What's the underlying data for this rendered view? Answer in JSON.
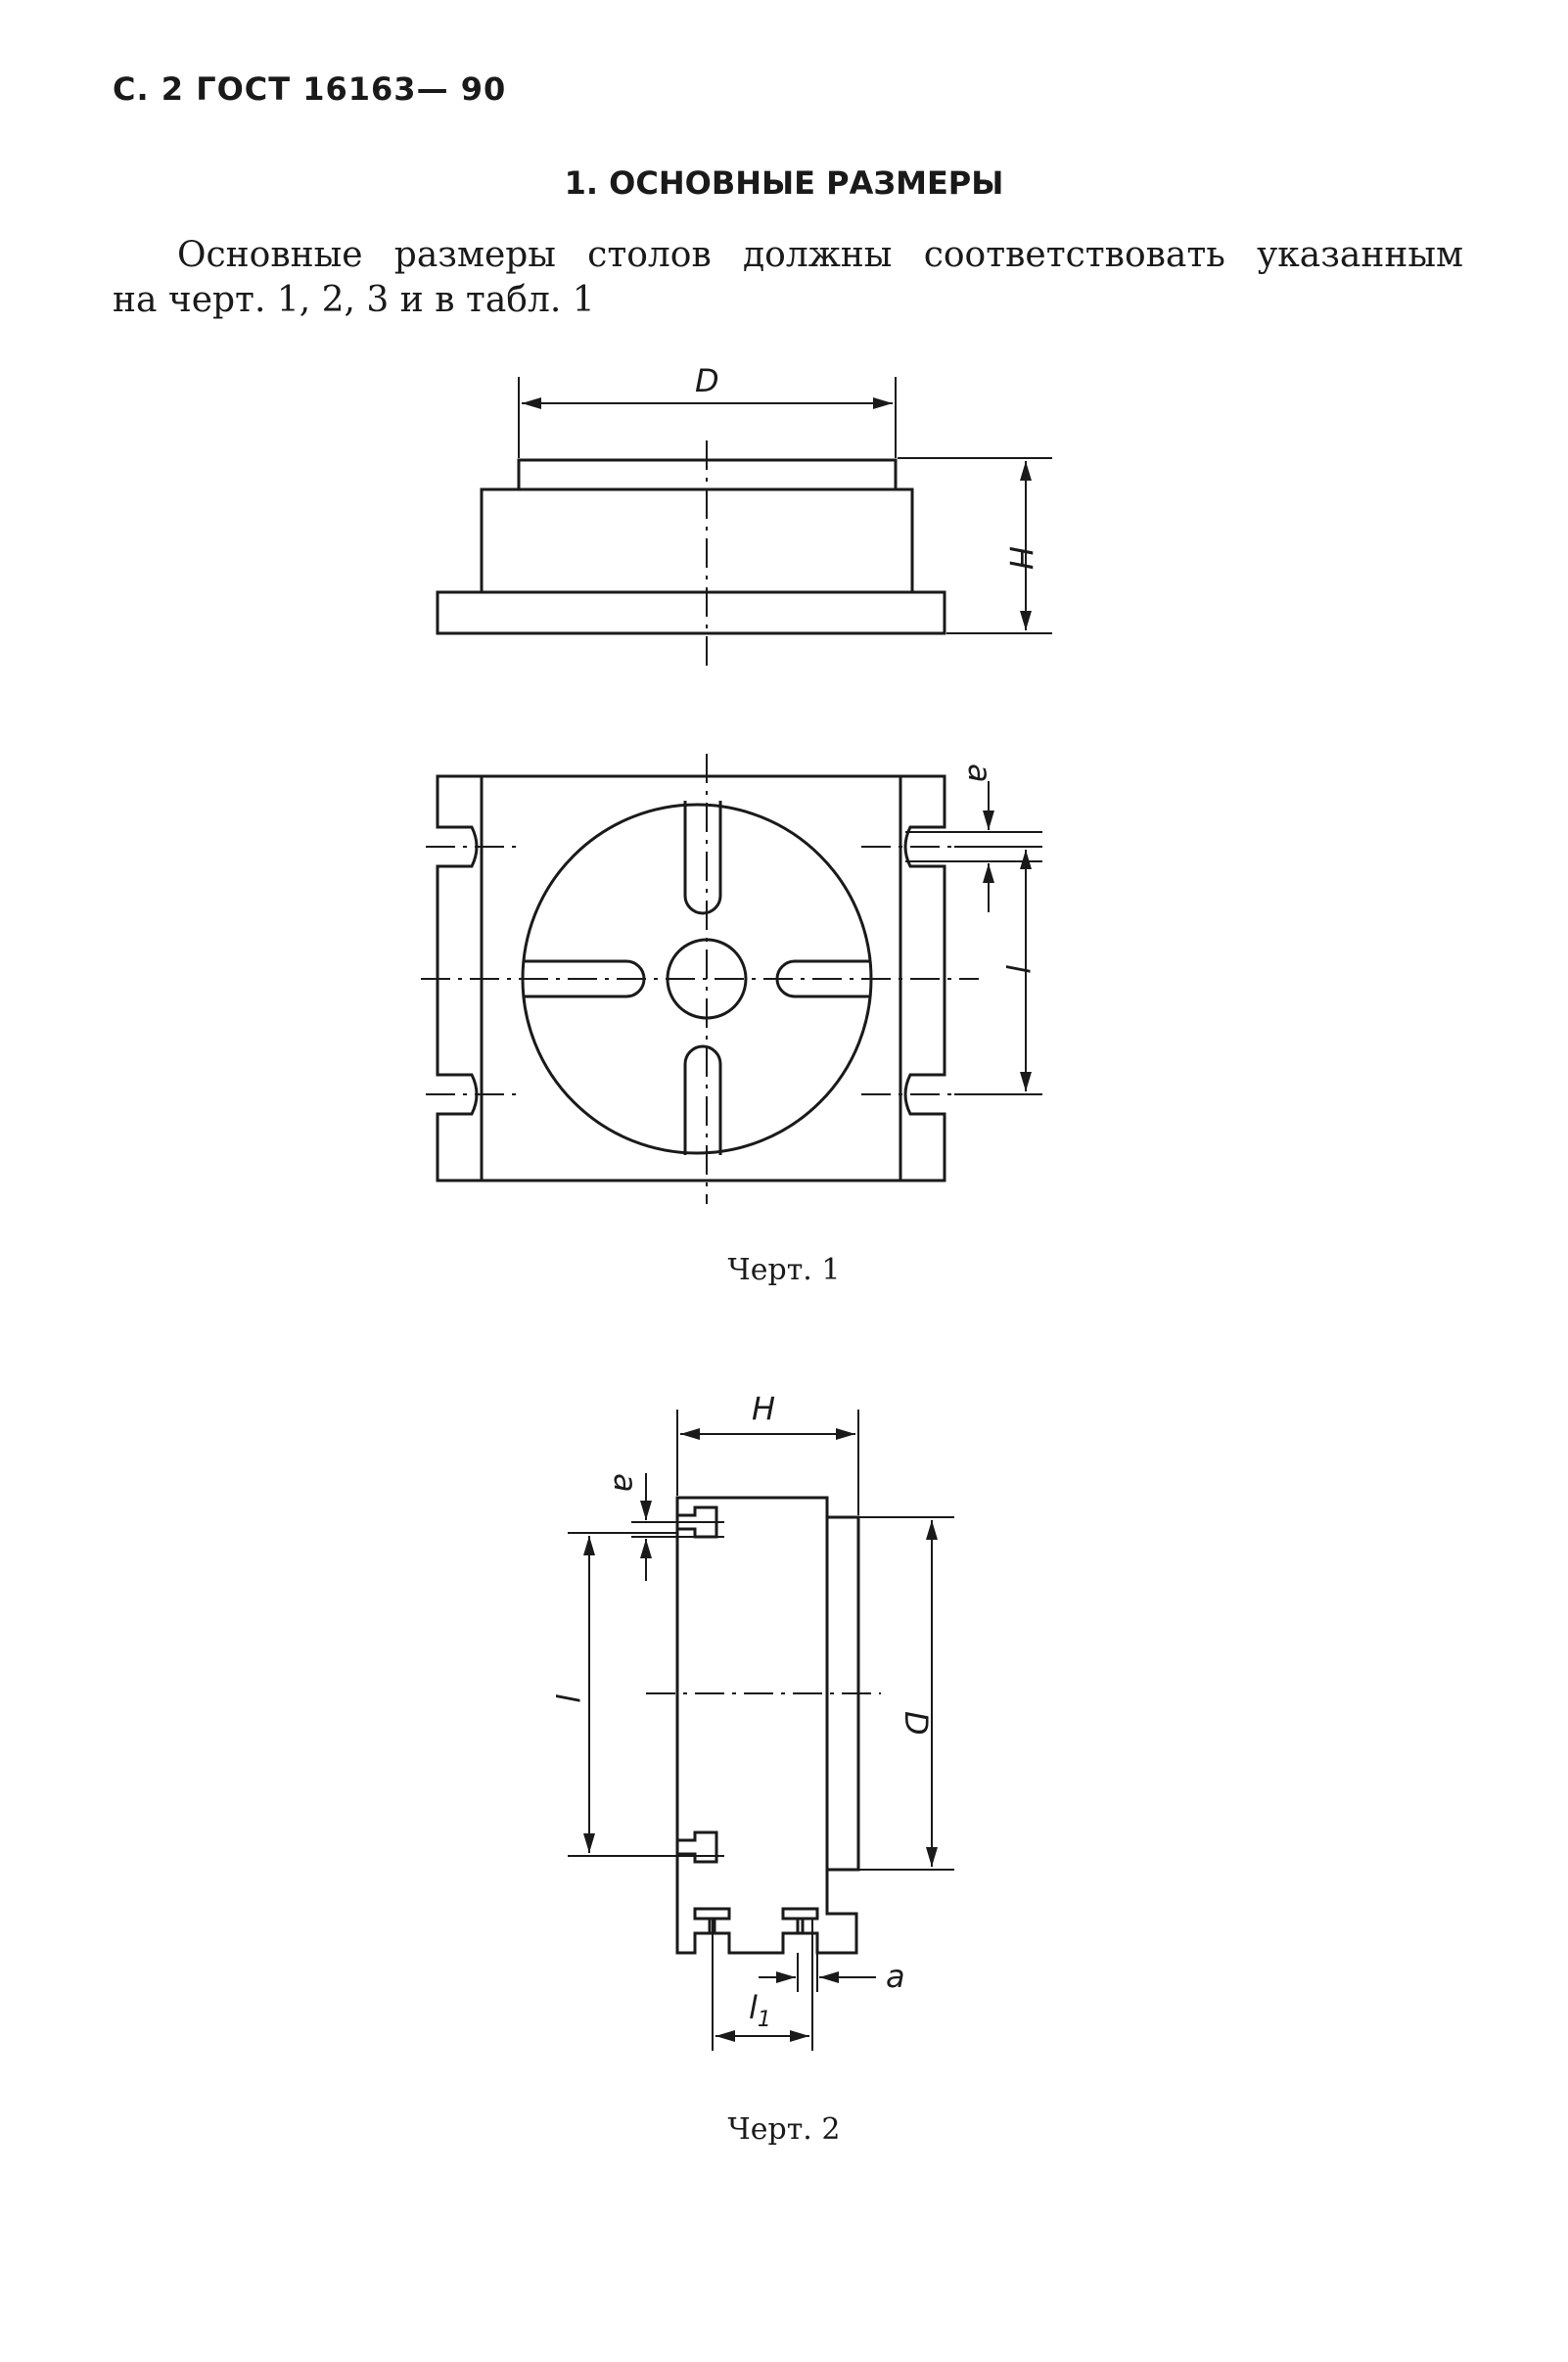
{
  "page_header": "С. 2 ГОСТ 16163— 90",
  "section_title": "1. ОСНОВНЫЕ РАЗМЕРЫ",
  "paragraph": {
    "line1": "Основные размеры столов должны соответствовать указанным",
    "line2": "на черт. 1, 2, 3 и в табл. 1"
  },
  "figure1": {
    "caption": "Черт. 1",
    "labels": {
      "diameter": "D",
      "height": "H",
      "slot_width": "a",
      "slot_spacing": "l"
    }
  },
  "figure2": {
    "caption": "Черт. 2",
    "labels": {
      "height": "H",
      "slot_width_top": "a",
      "slot_spacing": "l",
      "diameter": "D",
      "slot_offset": "l1",
      "slot_width_bottom": "a"
    }
  }
}
